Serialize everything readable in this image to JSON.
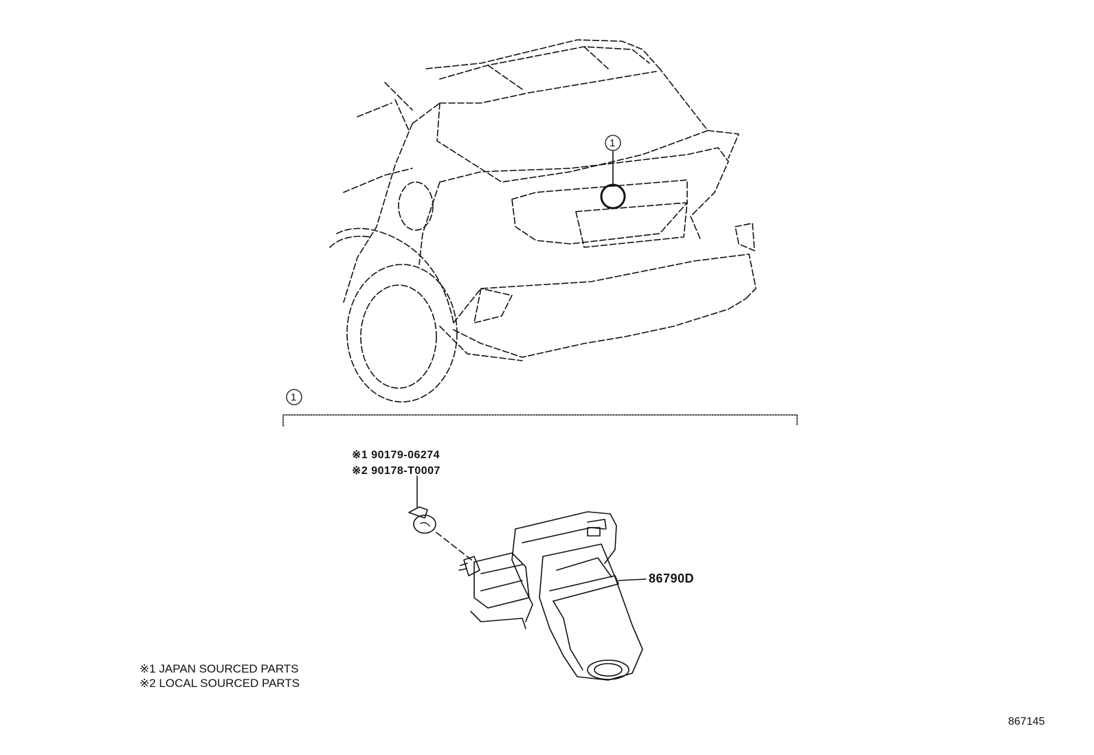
{
  "callout": {
    "number": "1"
  },
  "parts": {
    "bolt_japan": "※1 90179-06274",
    "bolt_local": "※2 90178-T0007",
    "camera": "86790D"
  },
  "notes": {
    "japan": "※1 JAPAN SOURCED PARTS",
    "local": "※2 LOCAL SOURCED PARTS"
  },
  "illustration_id": "867145"
}
